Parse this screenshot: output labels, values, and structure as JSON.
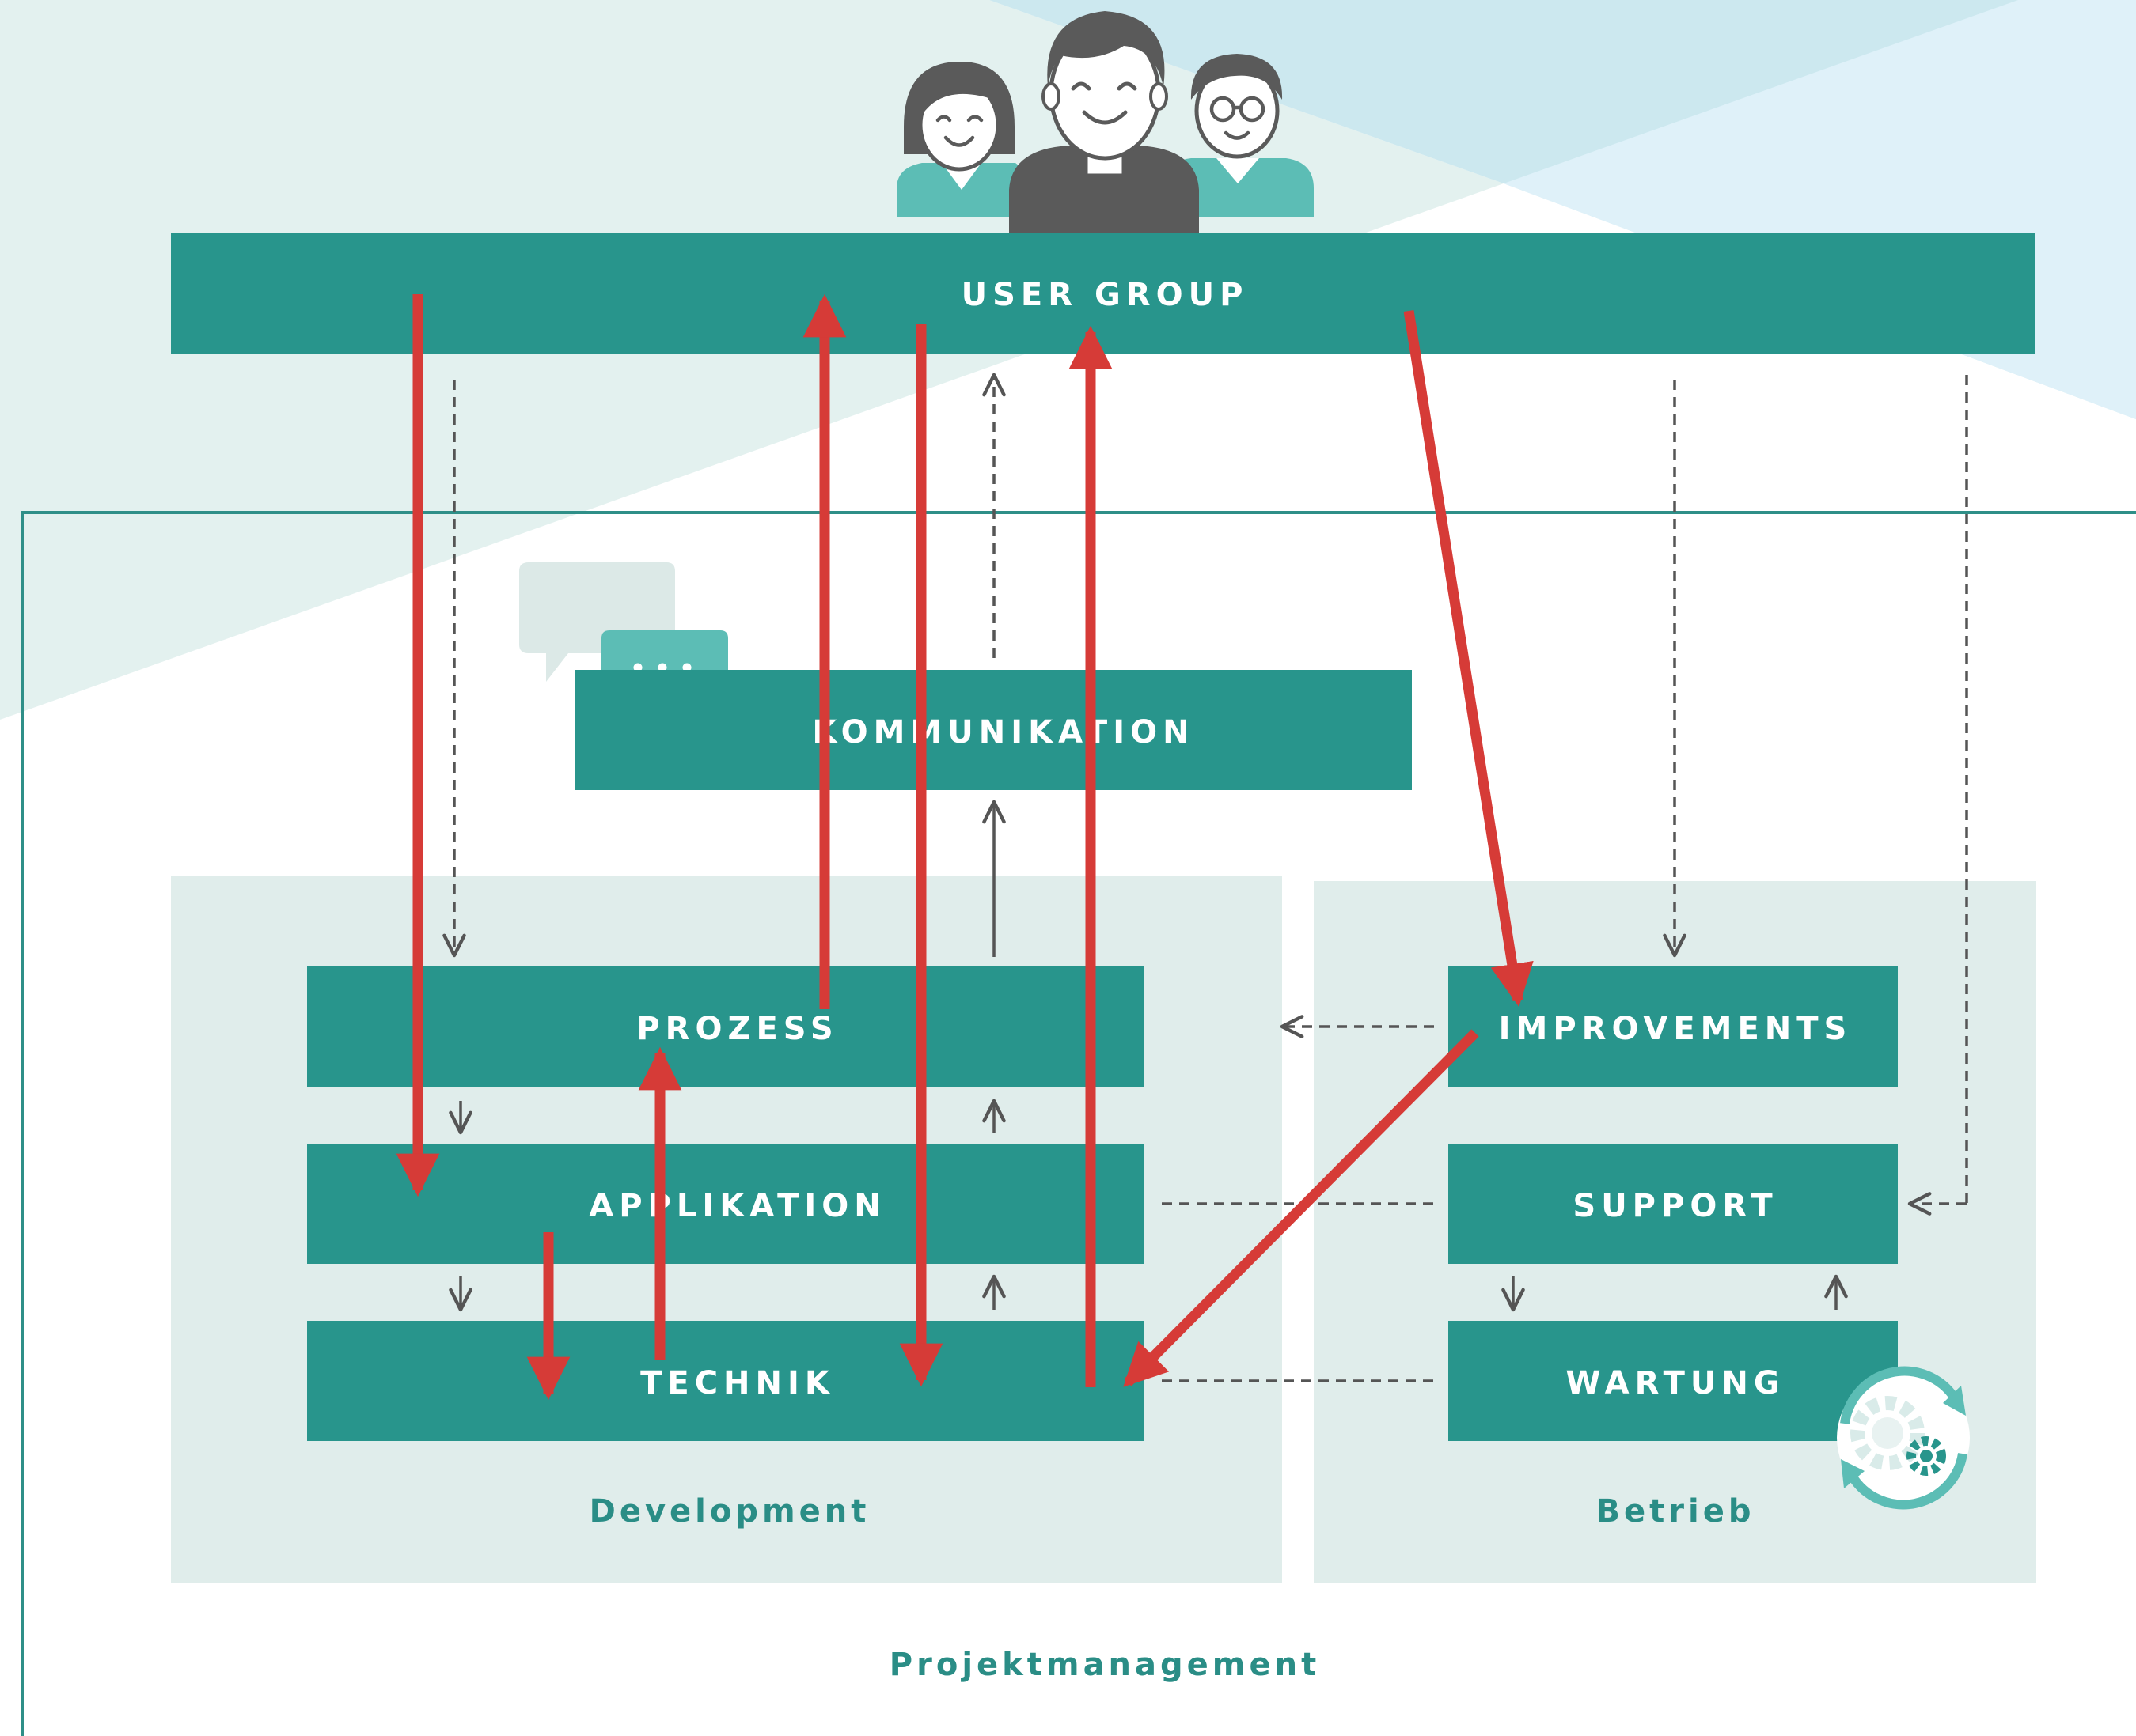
{
  "colors": {
    "teal": "#28958c",
    "panel": "#e0edeb",
    "red": "#d63b37",
    "dash": "#555555",
    "frame": "#2f8f88",
    "sky_light": "#e3f1ef",
    "sky_blue": "#cce8ef",
    "sky_pale": "#dff1f9",
    "person_teal": "#5cbdb5",
    "person_dark": "#5a5a5a",
    "group_label": "#2a8d86"
  },
  "boxes": {
    "user_group": "USER GROUP",
    "kommunikation": "KOMMUNIKATION",
    "prozess": "PROZESS",
    "applikation": "APPLIKATION",
    "technik": "TECHNIK",
    "improvements": "IMPROVEMENTS",
    "support": "SUPPORT",
    "wartung": "WARTUNG"
  },
  "groups": {
    "development": "Development",
    "betrieb": "Betrieb",
    "projektmanagement": "Projektmanagement"
  },
  "icons": {
    "users": "user-group-people-icon",
    "chat": "chat-bubbles-icon",
    "gears": "gears-cycle-icon"
  }
}
